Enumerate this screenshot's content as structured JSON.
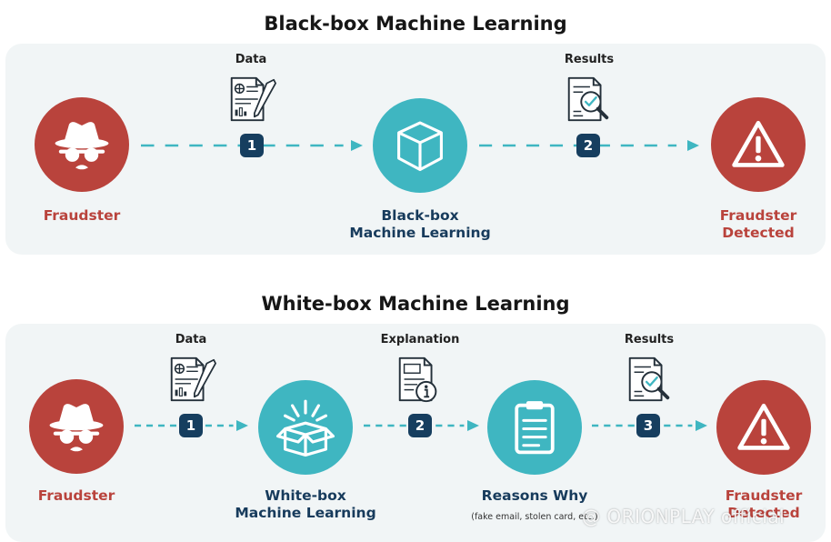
{
  "top": {
    "title": "Black-box Machine Learning",
    "nodes": {
      "fraudster": "Fraudster",
      "model": "Black-box\nMachine Learning",
      "detected": "Fraudster\nDetected"
    },
    "edges": [
      {
        "step": "1",
        "label": "Data"
      },
      {
        "step": "2",
        "label": "Results"
      }
    ]
  },
  "bottom": {
    "title": "White-box Machine Learning",
    "nodes": {
      "fraudster": "Fraudster",
      "model": "White-box\nMachine Learning",
      "reasons": "Reasons Why",
      "reasons_sub": "(fake email, stolen card, etc.)",
      "detected": "Fraudster\nDetected"
    },
    "edges": [
      {
        "step": "1",
        "label": "Data"
      },
      {
        "step": "2",
        "label": "Explanation"
      },
      {
        "step": "3",
        "label": "Results"
      }
    ]
  },
  "watermark": "@ ORIONPLAY official",
  "colors": {
    "fraud_red": "#b9433c",
    "teal": "#3fb6c1",
    "navy": "#163e5f",
    "arrow": "#3fb6c1",
    "panel": "#f1f5f6"
  },
  "icons": {
    "fraudster": "spy-hat-glasses-icon",
    "black_box": "cube-icon",
    "white_box": "open-box-icon",
    "reasons": "clipboard-icon",
    "detected": "warning-triangle-icon",
    "data": "document-chart-pen-icon",
    "results": "document-magnifier-check-icon",
    "explanation": "document-info-icon"
  }
}
